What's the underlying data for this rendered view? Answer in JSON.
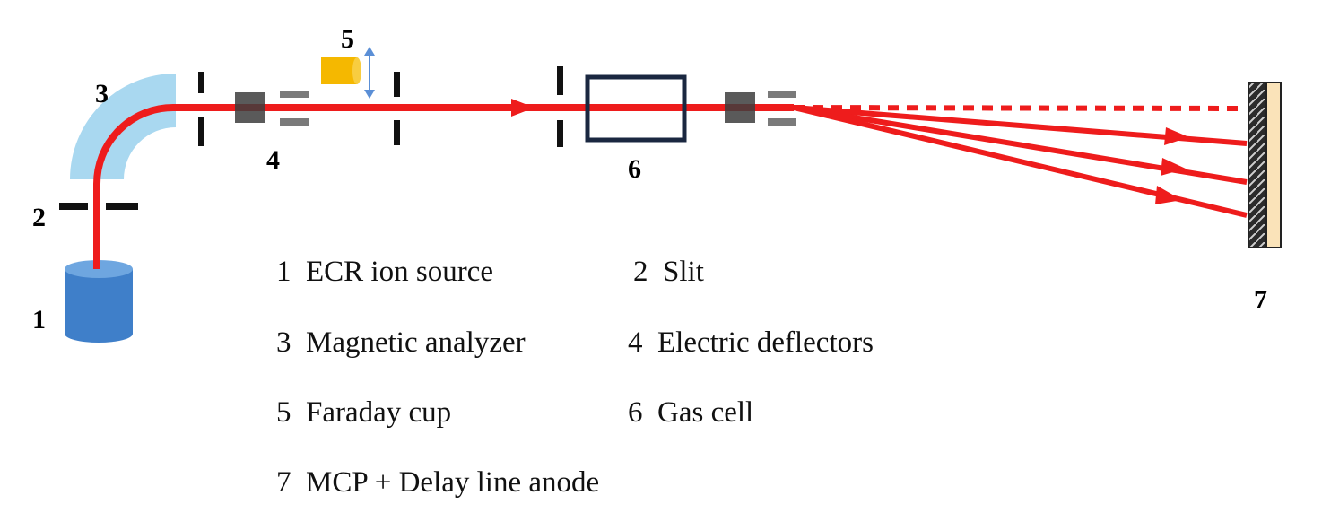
{
  "component_numbers": {
    "ion_source": "1",
    "slit": "2",
    "analyzer": "3",
    "deflectors": "4",
    "faraday_cup": "5",
    "gas_cell": "6",
    "detector": "7"
  },
  "legend": [
    {
      "num": "1",
      "text": "ECR ion source"
    },
    {
      "num": "2",
      "text": "Slit"
    },
    {
      "num": "3",
      "text": "Magnetic analyzer"
    },
    {
      "num": "4",
      "text": "Electric deflectors"
    },
    {
      "num": "5",
      "text": "Faraday cup"
    },
    {
      "num": "6",
      "text": "Gas cell"
    },
    {
      "num": "7",
      "text": "MCP + Delay line anode"
    }
  ],
  "colors": {
    "beam": "#ee1c1c",
    "analyzer": "#a9d8f0",
    "ion_source": "#3f7fc9",
    "faraday_cup": "#f5b800",
    "faraday_arrow": "#5b8fd6",
    "gas_cell_border": "#1a2740",
    "detector_back": "#fae3b9",
    "deflector_dark": "#3d3d3d",
    "deflector_gray": "#7a7a7a"
  }
}
